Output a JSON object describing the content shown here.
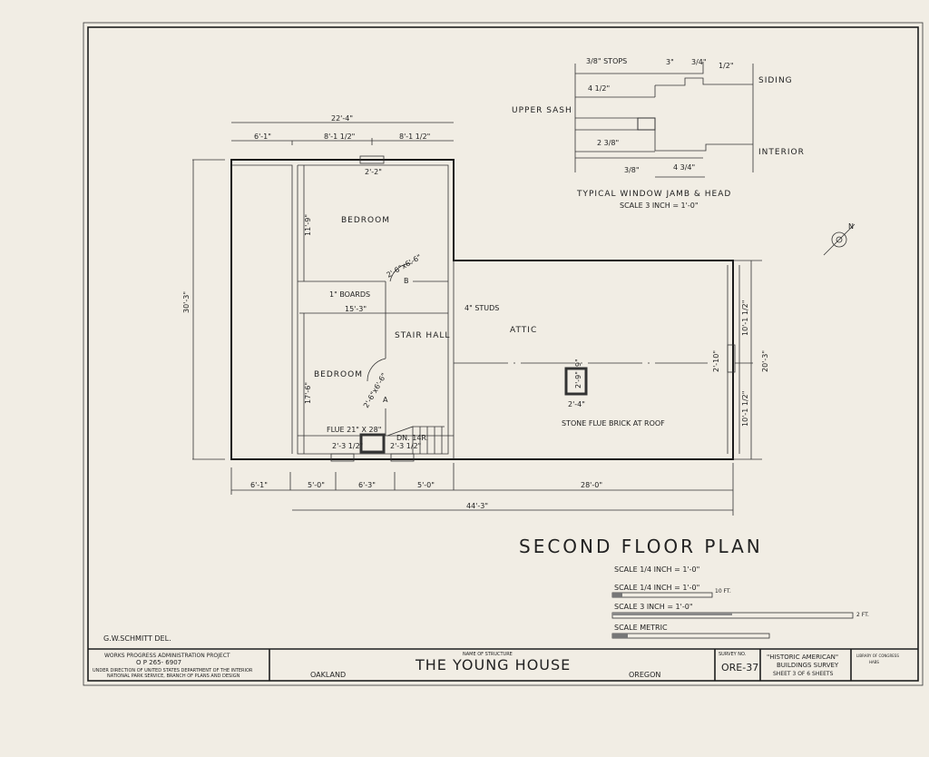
{
  "sheet": {
    "title": "SECOND FLOOR PLAN",
    "delineator": "G.W.SCHMITT DEL.",
    "scales": [
      "SCALE 1/4 INCH = 1'-0\"",
      "SCALE 1/4 INCH = 1'-0\"",
      "SCALE 3 INCH = 1'-0\"",
      "SCALE METRIC"
    ],
    "scale_end_labels": [
      "10 FT.",
      "2 FT."
    ]
  },
  "title_block": {
    "project_line1": "WORKS PROGRESS ADMINISTRATION  PROJECT",
    "project_line2": "O P 265- 6907",
    "direction_line1": "UNDER DIRECTION OF UNITED STATES DEPARTMENT OF THE INTERIOR",
    "direction_line2": "NATIONAL PARK SERVICE, BRANCH OF PLANS AND DESIGN",
    "name_label": "NAME OF STRUCTURE",
    "structure_name": "THE YOUNG HOUSE",
    "city": "OAKLAND",
    "state": "OREGON",
    "survey_label": "SURVEY NO.",
    "survey_no": "ORE-37",
    "habs_line1": "\"HISTORIC AMERICAN\"",
    "habs_line2": "BUILDINGS SURVEY",
    "sheet_info": "SHEET 3 OF 6 SHEETS",
    "library_line1": "LIBRARY OF CONGRESS",
    "library_line2": "HABS"
  },
  "rooms": {
    "bedroom_upper": "BEDROOM",
    "bedroom_lower": "BEDROOM",
    "stair_hall": "STAIR HALL",
    "attic": "ATTIC"
  },
  "notes": {
    "boards": "1\" BOARDS",
    "studs": "4\" STUDS",
    "flue": "FLUE 21\" X 28\"",
    "stair": "DN. 14R.",
    "stone_flue": "STONE FLUE  BRICK AT ROOF",
    "door_b": "2'-6\"x6'-6\"",
    "door_a": "2'-6\"x6'-6\"",
    "door_b_mark": "B",
    "door_a_mark": "A"
  },
  "dimensions": {
    "top_overall": "22'-4\"",
    "top_1": "6'-1\"",
    "top_2": "8'-1 1/2\"",
    "top_3": "8'-1 1/2\"",
    "window_top": "2'-2\"",
    "left_overall": "30'-3\"",
    "bedroom_upper_h": "11'-9\"",
    "bedroom_lower_h": "17'-6\"",
    "bedroom_width": "15'-3\"",
    "bottom_1": "6'-1\"",
    "bottom_2": "5'-0\"",
    "bottom_3": "6'-3\"",
    "bottom_4": "5'-0\"",
    "bottom_5": "28'-0\"",
    "bottom_overall": "44'-3\"",
    "win_bottom_1": "2'-3 1/2\"",
    "win_bottom_2": "2'-3 1/2\"",
    "right_overall": "20'-3\"",
    "right_upper": "10'-1 1/2\"",
    "right_lower": "10'-1 1/2\"",
    "right_window": "2'-10\"",
    "flue_h": "2'-9\"",
    "flue_offset": "9\"",
    "flue_w": "2'-4\""
  },
  "window_detail": {
    "title": "TYPICAL WINDOW JAMB & HEAD",
    "scale": "SCALE 3 INCH = 1'-0\"",
    "upper_sash": "UPPER SASH",
    "siding": "SIDING",
    "interior": "INTERIOR",
    "stops": "3/8\" STOPS",
    "d1": "3\"",
    "d2": "3/4\"",
    "d3": "1/2\"",
    "d4": "4 1/2\"",
    "d5": "2 3/8\"",
    "d6": "3/8\"",
    "d7": "4 3/4\""
  },
  "compass": {
    "label": "N"
  }
}
